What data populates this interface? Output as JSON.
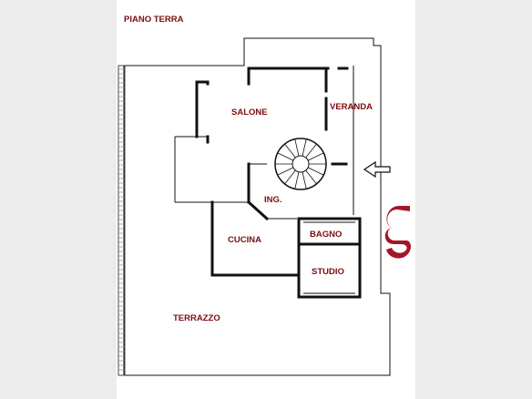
{
  "plan": {
    "floor_title": "PIANO TERRA",
    "rooms": {
      "salone": "SALONE",
      "veranda": "VERANDA",
      "ingresso": "ING.",
      "cucina": "CUCINA",
      "bagno": "BAGNO",
      "studio": "STUDIO",
      "terrazzo": "TERRAZZO"
    },
    "entrance_arrow_icon": "arrow-left-outline-icon"
  },
  "colors": {
    "label": "#7a0e10",
    "logo": "#a3162a",
    "background": "#ececec"
  }
}
